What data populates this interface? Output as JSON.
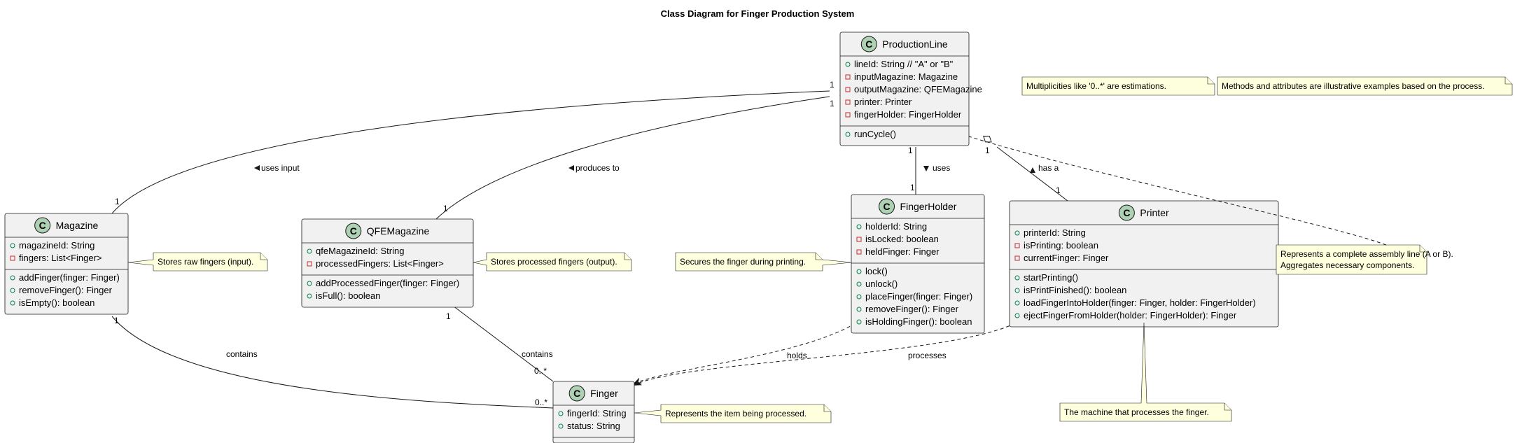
{
  "title": "Class Diagram for Finger Production System",
  "colors": {
    "class_fill": "#F1F1F1",
    "class_border": "#181818",
    "class_icon": "#ADD1B2",
    "note_fill": "#FEFFDD",
    "public_marker": "#038048",
    "private_marker": "#C82930"
  },
  "classes": {
    "production_line": {
      "name": "ProductionLine",
      "attributes": [
        {
          "vis": "public",
          "text": "lineId: String // \"A\" or \"B\""
        },
        {
          "vis": "private",
          "text": "inputMagazine: Magazine"
        },
        {
          "vis": "private",
          "text": "outputMagazine: QFEMagazine"
        },
        {
          "vis": "private",
          "text": "printer: Printer"
        },
        {
          "vis": "private",
          "text": "fingerHolder: FingerHolder"
        }
      ],
      "methods": [
        {
          "vis": "public",
          "text": "runCycle()"
        }
      ]
    },
    "magazine": {
      "name": "Magazine",
      "attributes": [
        {
          "vis": "public",
          "text": "magazineId: String"
        },
        {
          "vis": "private",
          "text": "fingers: List<Finger>"
        }
      ],
      "methods": [
        {
          "vis": "public",
          "text": "addFinger(finger: Finger)"
        },
        {
          "vis": "public",
          "text": "removeFinger(): Finger"
        },
        {
          "vis": "public",
          "text": "isEmpty(): boolean"
        }
      ]
    },
    "qfe_magazine": {
      "name": "QFEMagazine",
      "attributes": [
        {
          "vis": "public",
          "text": "qfeMagazineId: String"
        },
        {
          "vis": "private",
          "text": "processedFingers: List<Finger>"
        }
      ],
      "methods": [
        {
          "vis": "public",
          "text": "addProcessedFinger(finger: Finger)"
        },
        {
          "vis": "public",
          "text": "isFull(): boolean"
        }
      ]
    },
    "finger_holder": {
      "name": "FingerHolder",
      "attributes": [
        {
          "vis": "public",
          "text": "holderId: String"
        },
        {
          "vis": "private",
          "text": "isLocked: boolean"
        },
        {
          "vis": "private",
          "text": "heldFinger: Finger"
        }
      ],
      "methods": [
        {
          "vis": "public",
          "text": "lock()"
        },
        {
          "vis": "public",
          "text": "unlock()"
        },
        {
          "vis": "public",
          "text": "placeFinger(finger: Finger)"
        },
        {
          "vis": "public",
          "text": "removeFinger(): Finger"
        },
        {
          "vis": "public",
          "text": "isHoldingFinger(): boolean"
        }
      ]
    },
    "printer": {
      "name": "Printer",
      "attributes": [
        {
          "vis": "public",
          "text": "printerId: String"
        },
        {
          "vis": "private",
          "text": "isPrinting: boolean"
        },
        {
          "vis": "private",
          "text": "currentFinger: Finger"
        }
      ],
      "methods": [
        {
          "vis": "public",
          "text": "startPrinting()"
        },
        {
          "vis": "public",
          "text": "isPrintFinished(): boolean"
        },
        {
          "vis": "public",
          "text": "loadFingerIntoHolder(finger: Finger, holder: FingerHolder)"
        },
        {
          "vis": "public",
          "text": "ejectFingerFromHolder(holder: FingerHolder): Finger"
        }
      ]
    },
    "finger": {
      "name": "Finger",
      "attributes": [
        {
          "vis": "public",
          "text": "fingerId: String"
        },
        {
          "vis": "public",
          "text": "status: String"
        }
      ],
      "methods": []
    }
  },
  "notes": {
    "multiplicities": [
      "Multiplicities like '0..*' are estimations."
    ],
    "methods_attributes": [
      "Methods and attributes are illustrative examples based on the process."
    ],
    "production_line": [
      "Represents a complete assembly line (A or B).",
      "Aggregates necessary components."
    ],
    "magazine": [
      "Stores raw fingers (input)."
    ],
    "qfe_magazine": [
      "Stores processed fingers (output)."
    ],
    "finger_holder": [
      "Secures the finger during printing."
    ],
    "printer": [
      "The machine that processes the finger."
    ],
    "finger": [
      "Represents the item being processed."
    ]
  },
  "relations": {
    "uses_input": {
      "label": "uses input",
      "from_mult": "1",
      "to_mult": "1"
    },
    "produces_to": {
      "label": "produces to",
      "from_mult": "1",
      "to_mult": "1"
    },
    "uses": {
      "label": "uses",
      "from_mult": "1",
      "to_mult": "1"
    },
    "has_a": {
      "label": "has a",
      "from_mult": "1",
      "to_mult": "1"
    },
    "magazine_contains": {
      "label": "contains",
      "from_mult": "1",
      "to_mult": "0..*"
    },
    "qfe_contains": {
      "label": "contains",
      "from_mult": "1",
      "to_mult": "0..*"
    },
    "holds": {
      "label": "holds"
    },
    "processes": {
      "label": "processes"
    }
  }
}
